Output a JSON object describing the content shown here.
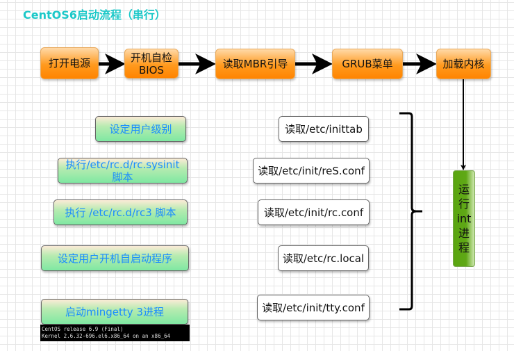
{
  "title": "CentOS6启动流程（串行）",
  "flow": [
    "打开电源",
    "开机自检\nBIOS",
    "读取MBR引导",
    "GRUB菜单",
    "加载内核"
  ],
  "init_process": [
    "运",
    "行",
    "int",
    "进",
    "程"
  ],
  "steps": [
    "设定用户级别",
    "执行/etc/rc.d/rc.sysinit\n脚本",
    "执行 /etc/rc.d/rc3 脚本",
    "设定用户开机自启动程序",
    "启动mingetty 3进程"
  ],
  "files": [
    "读取/etc/inittab",
    "读取/etc/init/reS.conf",
    "读取/etc/init/rc.conf",
    "读取/etc/rc.local",
    "读取/etc/init/tty.conf"
  ],
  "terminal": [
    "CentOS release 6.9 (Final)",
    "Kernel 2.6.32-696.el6.x86_64 on an x86_64"
  ],
  "colors": {
    "title": "#1cc8c8",
    "flow_box": "#ff9a1e",
    "step_text": "#1a8cff",
    "init_box": "#5aa510"
  }
}
